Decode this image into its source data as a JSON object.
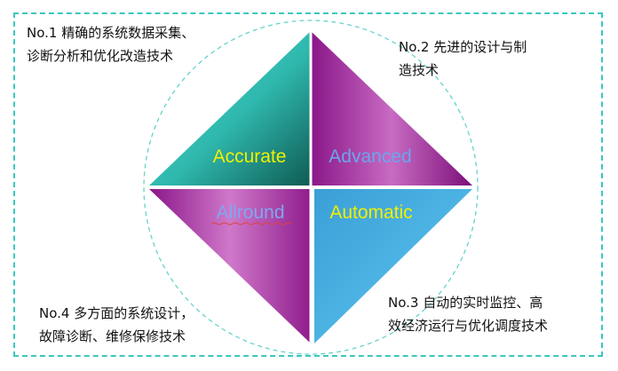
{
  "quadrants": {
    "top_left": {
      "label": "Accurate",
      "color": "#f0f000"
    },
    "top_right": {
      "label": "Advanced",
      "color": "#6aa6ee"
    },
    "bottom_left": {
      "label": "Allround",
      "color": "#7ea8f0"
    },
    "bottom_right": {
      "label": "Automatic",
      "color": "#f0f000"
    }
  },
  "notes": {
    "no1": {
      "line1": "No.1  精确的系统数据采集、",
      "line2": "诊断分析和优化改造技术"
    },
    "no2": {
      "line1": "No.2  先进的设计与制",
      "line2": "造技术"
    },
    "no3": {
      "line1": "No.3 自动的实时监控、高",
      "line2": "效经济运行与优化调度技术"
    },
    "no4": {
      "line1": "No.4 多方面的系统设计，",
      "line2": "故障诊断、维修保修技术"
    }
  },
  "colors": {
    "frame_border": "#3cc7bd",
    "circle_dash": "#66d3cb",
    "teal": "#28b5aa",
    "purple": "#8d1c8a",
    "blue": "#3aa6dc"
  }
}
